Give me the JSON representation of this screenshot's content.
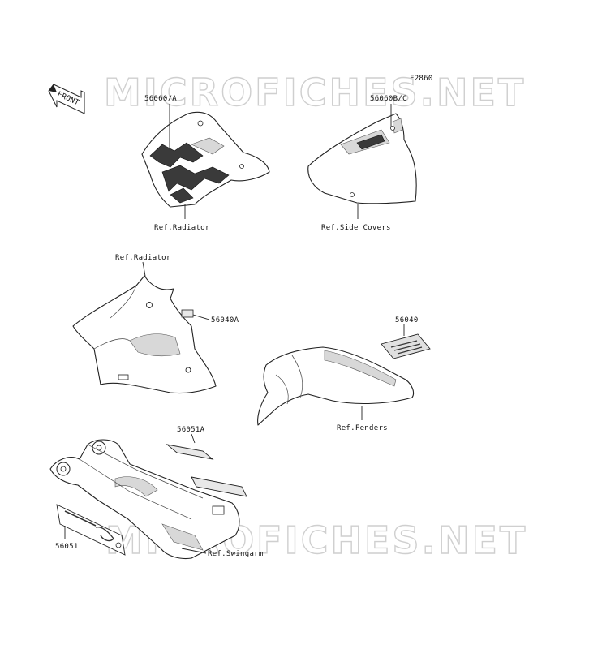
{
  "watermark": {
    "top": "MICROFICHES.NET",
    "bottom": "MICROFICHES.NET"
  },
  "figure_code": "F2860",
  "front_label": "FRONT",
  "labels": {
    "p56060A": "56060/A",
    "p56060BC": "56060B/C",
    "ref_radiator_top": "Ref.Radiator",
    "ref_side_covers": "Ref.Side Covers",
    "ref_radiator_mid": "Ref.Radiator",
    "p56040A": "56040A",
    "p56040": "56040",
    "ref_fenders": "Ref.Fenders",
    "p56051A": "56051A",
    "p56051": "56051",
    "ref_swingarm": "Ref.Swingarm"
  }
}
